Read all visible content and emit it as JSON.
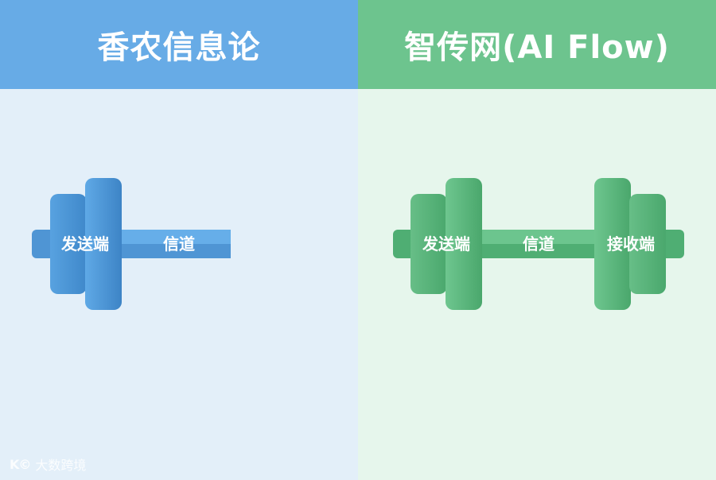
{
  "left_panel": {
    "title": "香农信息论",
    "sender_label": "发送端",
    "channel_label": "信道",
    "accent_color": "#67abe6"
  },
  "right_panel": {
    "title": "智传网(AI Flow)",
    "sender_label": "发送端",
    "channel_label": "信道",
    "receiver_label": "接收端",
    "accent_color": "#6dc48e"
  },
  "watermark": {
    "logo_text": "K©",
    "text": "大数跨境"
  }
}
